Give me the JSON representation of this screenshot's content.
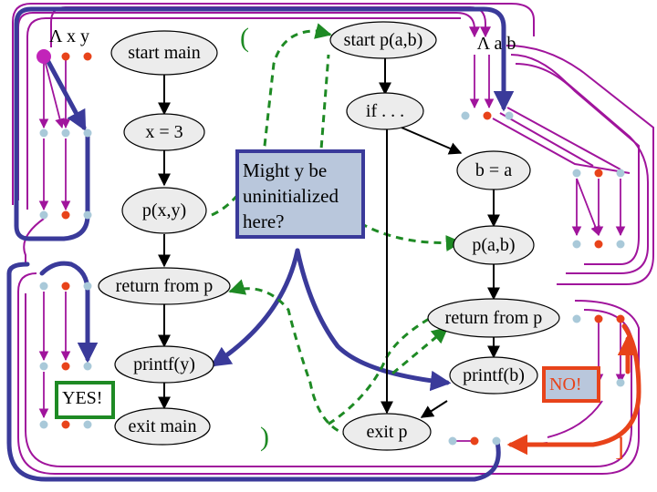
{
  "labels": {
    "lambda_x_y": "Λ x  y",
    "lambda_a_b": "Λ a  b",
    "start_main": "start main",
    "x_assign": "x = 3",
    "p_call_main": "p(x,y)",
    "return_from_p_main": "return from p",
    "printf_y": "printf(y)",
    "exit_main": "exit main",
    "start_p": "start p(a,b)",
    "if_node": "if . . .",
    "b_assign": "b = a",
    "p_call_rec": "p(a,b)",
    "return_from_p_rec": "return from p",
    "printf_b": "printf(b)",
    "exit_p": "exit p",
    "open_paren": "(",
    "close_paren": ")",
    "close_bracket": "]"
  },
  "callout": {
    "text": "Might y be uninitialized here?"
  },
  "yes_box": {
    "text": "YES!"
  },
  "no_box": {
    "text": "NO!"
  },
  "colors": {
    "flow_edge": "#000000",
    "exploded_edge": "#a0149c",
    "call_return_edge": "#1e8a24",
    "path_highlight": "#3a3a9a",
    "no_highlight": "#e8431a",
    "node_fill": "#ececec",
    "node_blue": "#a9c9d9",
    "node_red": "#e8431a",
    "node_magenta": "#c224b9",
    "callout_fill": "#b9c7dc"
  }
}
